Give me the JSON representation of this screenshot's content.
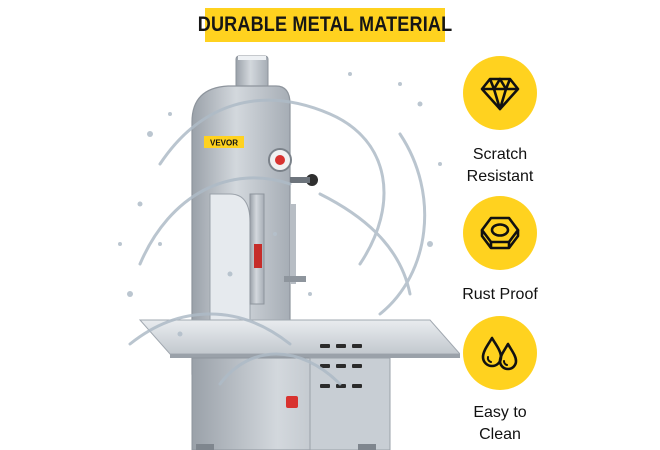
{
  "header": {
    "title": "DURABLE METAL MATERIAL"
  },
  "product": {
    "brand": "VEVOR"
  },
  "features": [
    {
      "icon": "diamond-icon",
      "lines": [
        "Scratch",
        "Resistant"
      ]
    },
    {
      "icon": "hex-nut-icon",
      "lines": [
        "Rust Proof"
      ]
    },
    {
      "icon": "water-drops-icon",
      "lines": [
        "Easy to",
        "Clean"
      ]
    }
  ],
  "colors": {
    "accent": "#ffd21f",
    "text": "#111111",
    "metal": "#b9bfc6"
  }
}
